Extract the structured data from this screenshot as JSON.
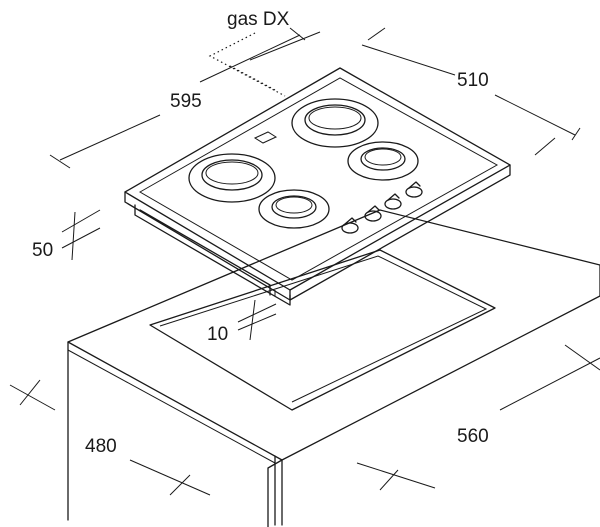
{
  "dimensions": {
    "width_top": "595",
    "depth_top": "510",
    "height": "50",
    "gap": "10",
    "cutout_depth": "480",
    "cutout_width": "560"
  },
  "gas_label": "gas DX",
  "burners": 4,
  "knobs": 4
}
